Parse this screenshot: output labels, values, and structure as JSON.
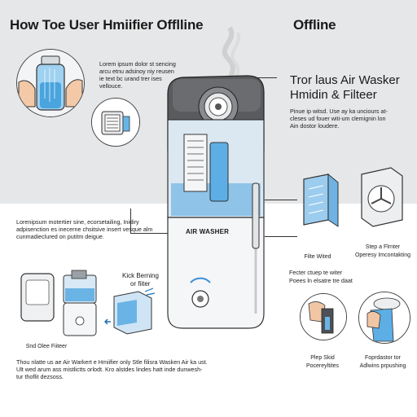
{
  "header": {
    "left_title": "How Toe User Hmiifier Offlline",
    "right_title": "Offline"
  },
  "intro_text": "Lorem ipsum dolor st sencing arcu etnu adsinoy niy reusen ie text bc urand trer ises vellouce.",
  "section": {
    "title_line1": "Tror laus Air Wasker",
    "title_line2": "Hmidin & Filteer",
    "body": "Pinue ip witsd. Use ay ka unciours at- cleses ud fouer witi-um clemignin lon Ain dostor loudere."
  },
  "left_text": "Lorenipsum motertier sine, ecorsetailing, Inidiry adpisenction es inecerne chsitsive insert vesque alm cunmadieclured on putitm deigue.",
  "device": {
    "brand": "AIR WASHER"
  },
  "labels": {
    "kick_line1": "Kick Berning",
    "kick_line2": "or fiiter",
    "snd_filter": "Snd Olee Fiiteer",
    "filte_wited": "Filte Wited",
    "step_filter_line1": "Step a Flrnter",
    "step_filter_line2": "Operesy Imcontakting",
    "fecter_line1": "Fecter ctuep te witer",
    "fecter_line2": "Poees ln elsatre tre daat",
    "plep_line1": "Plep Skid",
    "plep_line2": "Pocereyltites",
    "foprdator_line1": "Foprdastor tor",
    "foprdator_line2": "Adlwins prpushing"
  },
  "footer_text": "Thou nlatte us ae Air Warkert e Hmiifier only Stle filisra Wasken Air ka ust. Ult wed arum ass mistlictts orlodt. Kro alstdes lindes hatt inde dunwesh- tur thoflit dezsoss."
}
